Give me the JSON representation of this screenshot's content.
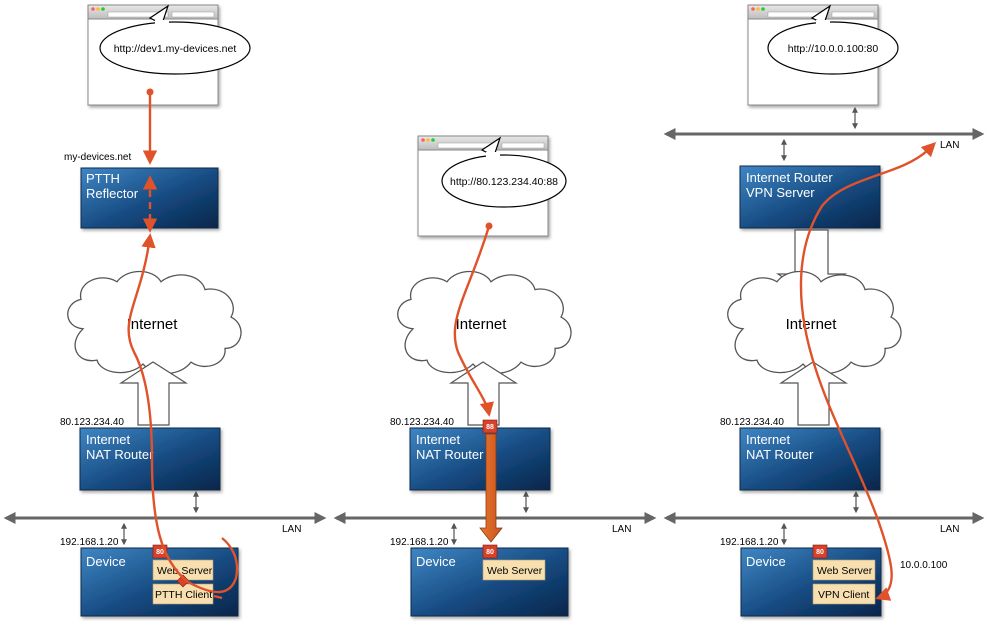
{
  "colors": {
    "box_light": "#3f86c4",
    "box_dark": "#06254a",
    "flow": "#e0522a",
    "port": "#d9412b",
    "sub_box": "#f8dfb0",
    "cable": "#555555"
  },
  "panels": [
    {
      "url": "http://dev1.my-devices.net",
      "reflector_host": "my-devices.net",
      "reflector_line1": "PTTH",
      "reflector_line2": "Reflector",
      "cloud": "Internet",
      "router_ip": "80.123.234.40",
      "router_line1": "Internet",
      "router_line2": "NAT Router",
      "lan": "LAN",
      "device_ip": "192.168.1.20",
      "device": "Device",
      "port": "80",
      "sub1": "Web Server",
      "sub2": "PTTH Client"
    },
    {
      "url": "http://80.123.234.40:88",
      "cloud": "Internet",
      "router_ip": "80.123.234.40",
      "router_line1": "Internet",
      "router_line2": "NAT Router",
      "router_port": "88",
      "lan": "LAN",
      "device_ip": "192.168.1.20",
      "device": "Device",
      "port": "80",
      "sub1": "Web Server"
    },
    {
      "url": "http://10.0.0.100:80",
      "lan_top": "LAN",
      "vpn_line1": "Internet Router",
      "vpn_line2": "VPN Server",
      "cloud": "Internet",
      "router_ip": "80.123.234.40",
      "router_line1": "Internet",
      "router_line2": "NAT Router",
      "lan": "LAN",
      "device_ip": "192.168.1.20",
      "device": "Device",
      "port": "80",
      "sub1": "Web Server",
      "sub2": "VPN Client",
      "vpn_ip": "10.0.0.100"
    }
  ]
}
